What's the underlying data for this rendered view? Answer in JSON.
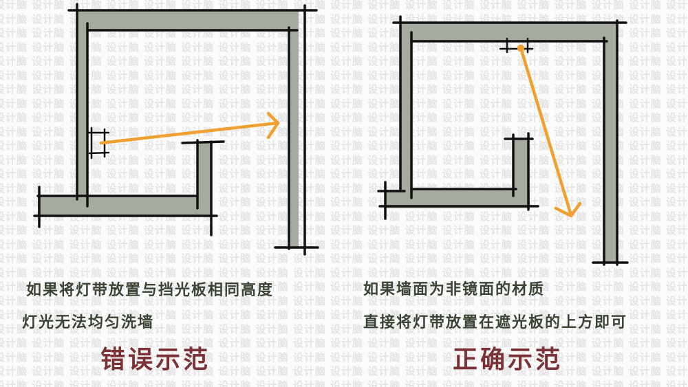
{
  "watermark": {
    "text": "设计脑",
    "color": "#e4e4e4"
  },
  "colors": {
    "wall_fill": "#a6ab9f",
    "line": "#111111",
    "light_arrow": "#f0a030",
    "caption_text": "#3b4434",
    "verdict_text": "#7a3236",
    "background": "#fbfbfb"
  },
  "left_panel": {
    "caption_line1": "如果将灯带放置与挡光板相同高度",
    "caption_line2": "灯光无法均匀洗墙",
    "verdict": "错误示范",
    "diagram": {
      "description": "Light strip placed at same height as baffle; light shoots horizontally toward far wall",
      "light_strip_position": "mid-height on left wall, level with baffle",
      "arrow_direction": "horizontal to right"
    }
  },
  "right_panel": {
    "caption_line1": "如果墙面为非镜面的材质",
    "caption_line2": "直接将灯带放置在遮光板的上方即可",
    "verdict": "正确示范",
    "diagram": {
      "description": "Light strip placed above the baffle at the top; light washes diagonally down the wall",
      "light_strip_position": "top, under ceiling",
      "arrow_direction": "diagonal down-right"
    }
  }
}
